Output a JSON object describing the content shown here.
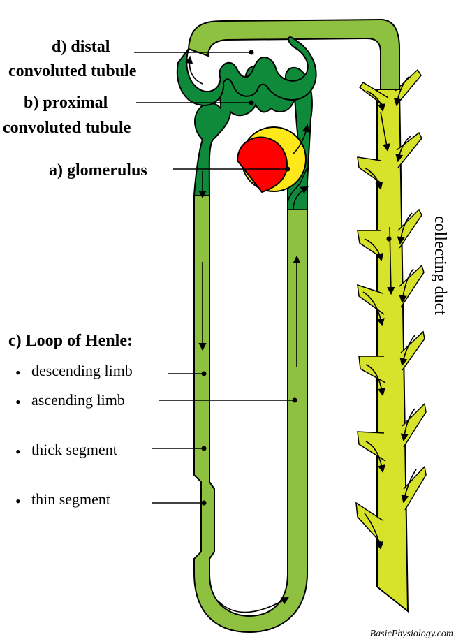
{
  "labels": {
    "distal_line1": "d) distal",
    "distal_line2": "convoluted tubule",
    "proximal_line1": "b) proximal",
    "proximal_line2": "convoluted tubule",
    "glomerulus": "a) glomerulus",
    "loop_heading": "c) Loop of Henle:",
    "descending_limb": "descending limb",
    "ascending_limb": "ascending limb",
    "thick_segment": "thick segment",
    "thin_segment": "thin segment",
    "collecting_duct": "collecting duct",
    "bullet": "•",
    "credit": "BasicPhysiology.com"
  },
  "colors": {
    "light_green": "#8dc13f",
    "dark_green": "#0e8a3a",
    "yellow_green": "#d7e22a",
    "glomerulus_red": "#ff0000",
    "capsule_yellow": "#ffe81a",
    "outline": "#000000"
  }
}
